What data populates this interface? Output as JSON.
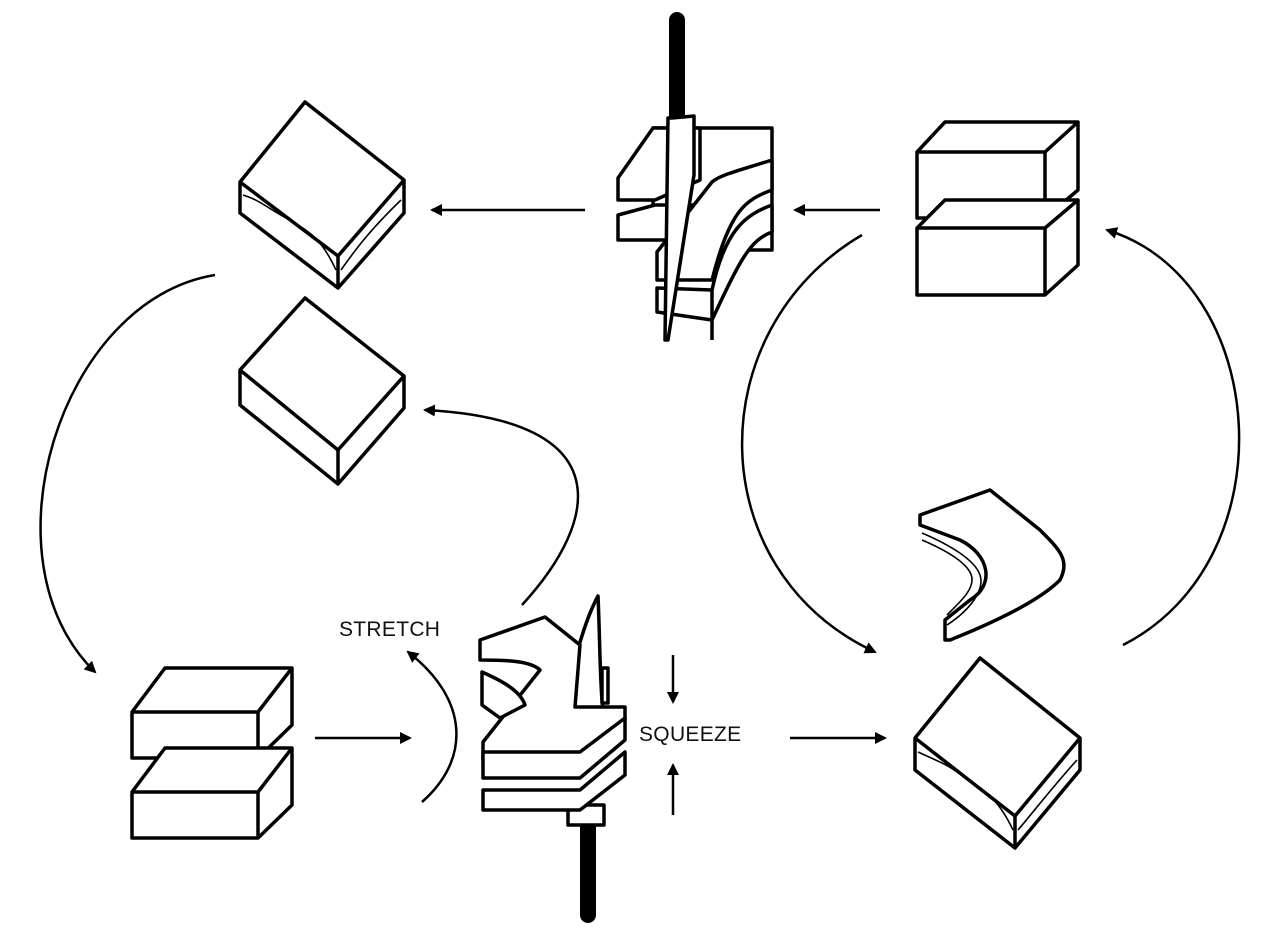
{
  "diagram": {
    "type": "process-cycle",
    "labels": {
      "stretch": "STRETCH",
      "squeeze": "SQUEEZE"
    },
    "stages": [
      {
        "id": "stacked-pair-top-right",
        "description": "two stacked blocks"
      },
      {
        "id": "sheared-stack-top",
        "description": "stacked blocks sheared by blade on rod"
      },
      {
        "id": "laminated-block-top-left",
        "description": "single block with wavy layer"
      },
      {
        "id": "plain-block-left",
        "description": "single plain block"
      },
      {
        "id": "stacked-pair-bottom-left",
        "description": "two stacked blocks"
      },
      {
        "id": "sheared-stack-bottom",
        "description": "stacked blocks folded with blade on rod"
      },
      {
        "id": "laminated-block-bottom-right",
        "description": "single block with wavy layer"
      },
      {
        "id": "folded-piece-right",
        "description": "chevron-folded laminated piece"
      }
    ]
  }
}
